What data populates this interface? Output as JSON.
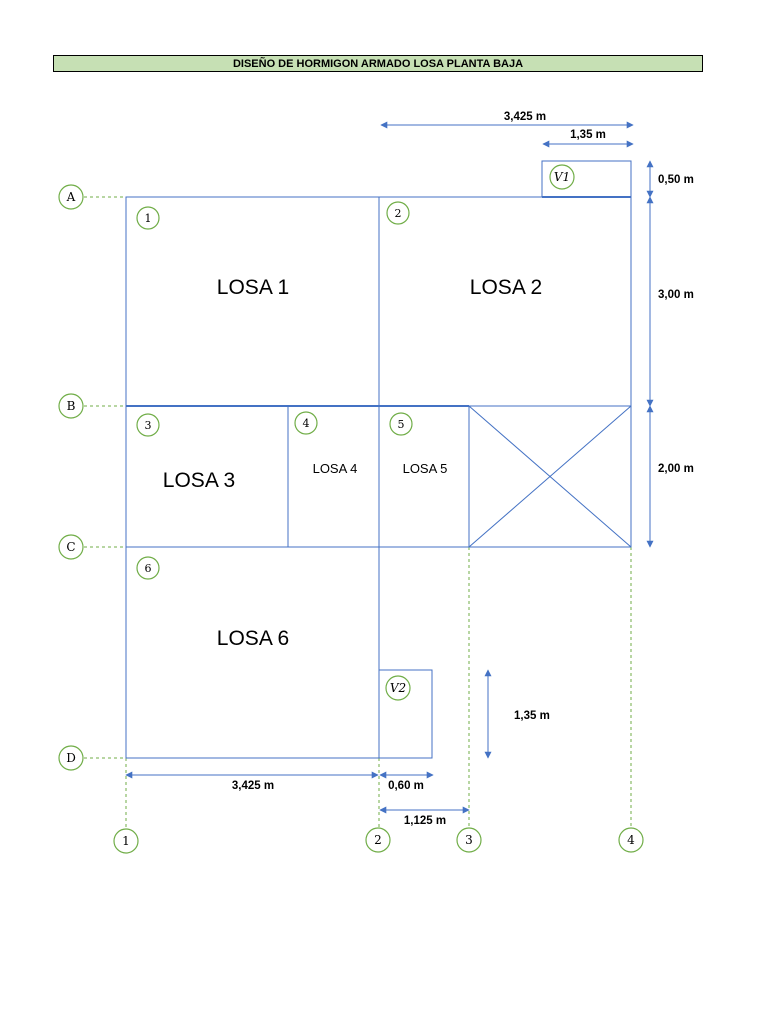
{
  "title": "DISEÑO DE HORMIGON ARMADO LOSA PLANTA BAJA",
  "slabs": {
    "losa1": "LOSA 1",
    "losa2": "LOSA 2",
    "losa3": "LOSA 3",
    "losa4": "LOSA 4",
    "losa5": "LOSA 5",
    "losa6": "LOSA 6"
  },
  "slab_numbers": {
    "n1": "1",
    "n2": "2",
    "n3": "3",
    "n4": "4",
    "n5": "5",
    "n6": "6"
  },
  "cantilevers": {
    "v1": "V1",
    "v2": "V2"
  },
  "grid_rows": {
    "a": "A",
    "b": "B",
    "c": "C",
    "d": "D"
  },
  "grid_cols": {
    "c1": "1",
    "c2": "2",
    "c3": "3",
    "c4": "4"
  },
  "dimensions": {
    "top_span": "3,425 m",
    "top_v1": "1,35 m",
    "right_v1": "0,50 m",
    "right_ab": "3,00 m",
    "right_bc": "2,00 m",
    "v2_height": "1,35 m",
    "bottom_span": "3,425 m",
    "bottom_v2": "0,60 m",
    "bottom_23": "1,125 m"
  },
  "colors": {
    "structure": "#4472c4",
    "grid": "#70ad47",
    "title_fill": "#c6e0b4"
  }
}
